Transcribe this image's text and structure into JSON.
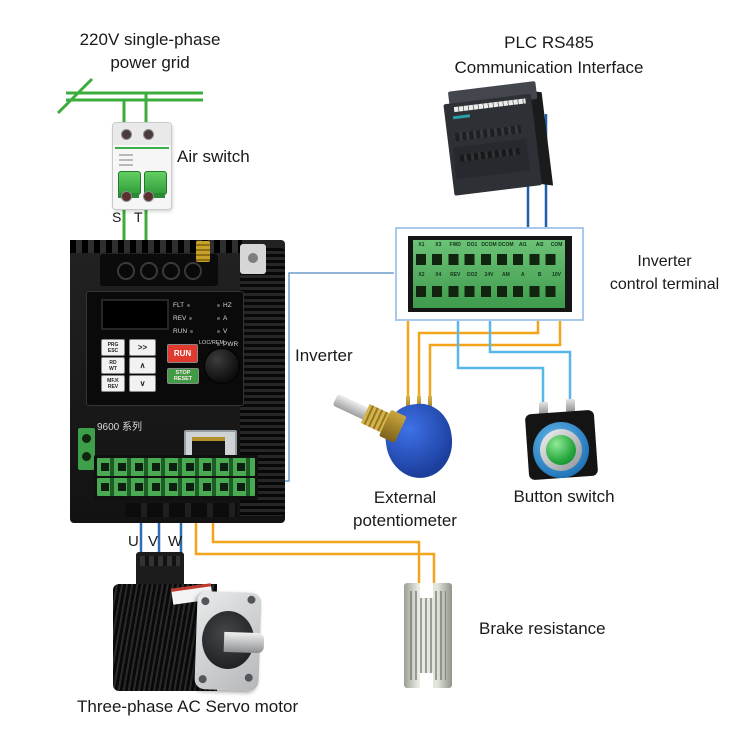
{
  "power_grid": {
    "label_line1": "220V single-phase",
    "label_line2": "power grid"
  },
  "air_switch": {
    "label": "Air switch",
    "terminal_s": "S",
    "terminal_t": "T"
  },
  "plc": {
    "label_line1": "PLC RS485",
    "label_line2": "Communication Interface"
  },
  "control_terminal": {
    "label_line1": "Inverter",
    "label_line2": "control terminal",
    "row_top": [
      "X1",
      "X3",
      "FWD",
      "DO1",
      "DCOM",
      "DCOM",
      "AI1",
      "AI2",
      "COM"
    ],
    "row_bottom": [
      "X2",
      "X4",
      "REV",
      "DO2",
      "24V",
      "AM",
      "A",
      "B",
      "10V"
    ]
  },
  "inverter": {
    "label": "Inverter",
    "series": "9600 系列",
    "indicators_left": [
      "FLT",
      "REV",
      "RUN"
    ],
    "indicators_right": [
      "HZ",
      "A",
      "V"
    ],
    "indicator_pwr": "PWR",
    "knob_label": "LOC/REM",
    "buttons": {
      "prg": "PRG\nESC",
      "shift": ">>",
      "run": "RUN",
      "rd": "RD\nWT",
      "up": "∧",
      "stop": "STOP\nRESET",
      "mf": "MF.K\nREV",
      "down": "∨"
    }
  },
  "motor": {
    "label": "Three-phase AC Servo motor",
    "phase_u": "U",
    "phase_v": "V",
    "phase_w": "W"
  },
  "potentiometer": {
    "label_line1": "External",
    "label_line2": "potentiometer"
  },
  "button_switch": {
    "label": "Button switch"
  },
  "brake": {
    "label": "Brake resistance"
  },
  "colors": {
    "wire_green": "#3CAC3C",
    "wire_orange": "#F2A41B",
    "wire_blue_dark": "#1E5FA9",
    "wire_blue_light": "#58B7E8",
    "wire_blue_motor": "#2E6DB4",
    "callout_border": "#A9C9EC",
    "callout_rect": "#2E5FA8"
  }
}
